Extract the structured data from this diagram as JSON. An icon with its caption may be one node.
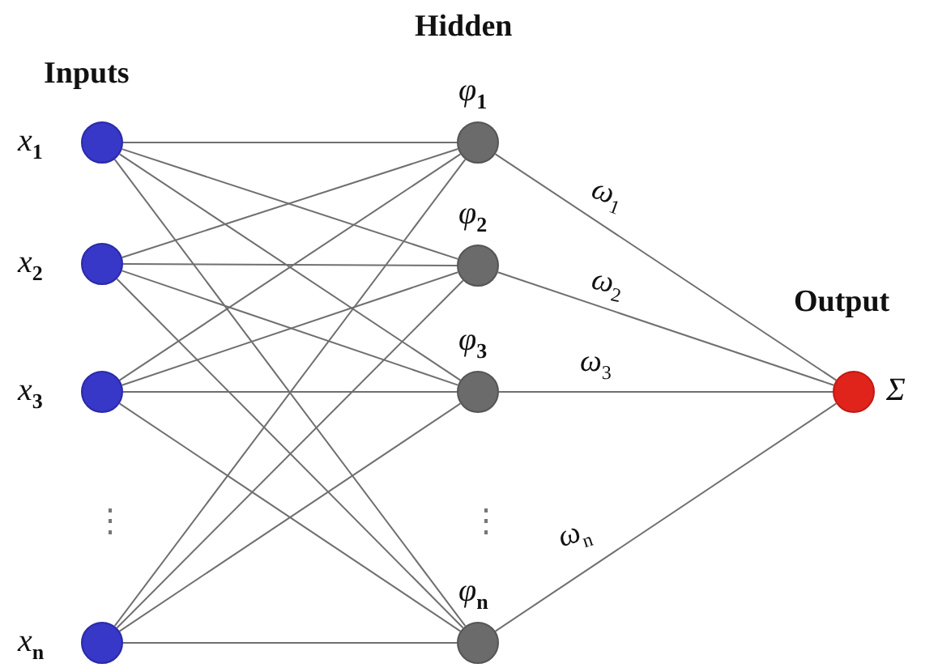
{
  "diagram": {
    "nodes": [
      {
        "text": [
          "x$_{1}$"
        ]
      },
      {
        "text": [
          "x$_{2}$"
        ]
      },
      {
        "text": [
          "x$_{3}$"
        ]
      },
      {
        "text": [
          "x$_{n}$"
        ]
      },
      {
        "text": [
          "φ$_{1}$"
        ]
      },
      {
        "text": [
          "φ$_{2}$"
        ]
      },
      {
        "text": [
          "φ$_{3}$"
        ]
      },
      {
        "text": [
          "φ$_{n}$"
        ]
      },
      {
        "text": [
          "Σ"
        ]
      }
    ],
    "edges": [
      {
        "from": 0,
        "to": 4,
        "arrow": "none"
      },
      {
        "from": 0,
        "to": 5,
        "arrow": "none"
      },
      {
        "from": 0,
        "to": 6,
        "arrow": "none"
      },
      {
        "from": 0,
        "to": 7,
        "arrow": "none"
      },
      {
        "from": 1,
        "to": 4,
        "arrow": "none"
      },
      {
        "from": 1,
        "to": 5,
        "arrow": "none"
      },
      {
        "from": 1,
        "to": 6,
        "arrow": "none"
      },
      {
        "from": 1,
        "to": 7,
        "arrow": "none"
      },
      {
        "from": 2,
        "to": 4,
        "arrow": "none"
      },
      {
        "from": 2,
        "to": 5,
        "arrow": "none"
      },
      {
        "from": 2,
        "to": 6,
        "arrow": "none"
      },
      {
        "from": 2,
        "to": 7,
        "arrow": "none"
      },
      {
        "from": 3,
        "to": 4,
        "arrow": "none"
      },
      {
        "from": 3,
        "to": 5,
        "arrow": "none"
      },
      {
        "from": 3,
        "to": 6,
        "arrow": "none"
      },
      {
        "from": 3,
        "to": 7,
        "arrow": "none"
      },
      {
        "from": 4,
        "to": 8,
        "label": "ω$_{1}$",
        "arrow": "none"
      },
      {
        "from": 5,
        "to": 8,
        "label": "ω$_{2}$",
        "arrow": "none"
      },
      {
        "from": 6,
        "to": 8,
        "label": "ω$_{3}$",
        "arrow": "none"
      },
      {
        "from": 7,
        "to": 8,
        "label": "ω$_{n}$",
        "arrow": "none"
      }
    ],
    "labels": [
      "Hidden",
      "Inputs",
      "Output",
      "⋮",
      "⋮"
    ]
  }
}
